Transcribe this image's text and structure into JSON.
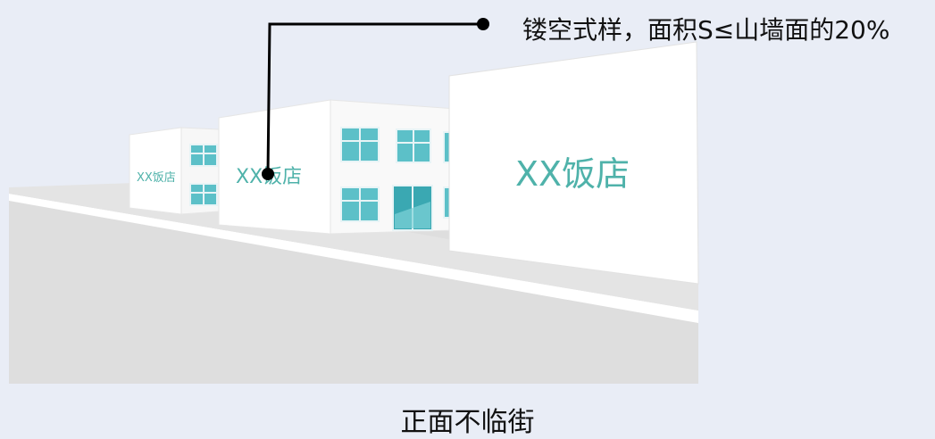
{
  "callout": {
    "text": "镂空式样，面积S≤山墙面的20%"
  },
  "signs": {
    "far_building": "XX饭店",
    "middle_building": "XX饭店",
    "near_building": "XX饭店"
  },
  "caption": "正面不临街",
  "colors": {
    "background": "#e9edf6",
    "ground": "#dedede",
    "sidewalk_line": "#ffffff",
    "wall": "#ffffff",
    "sign_text": "#4fb2aa",
    "window_glass": "#5cc0c8",
    "window_frame": "#e8f4f6",
    "callout_line": "#000000"
  }
}
